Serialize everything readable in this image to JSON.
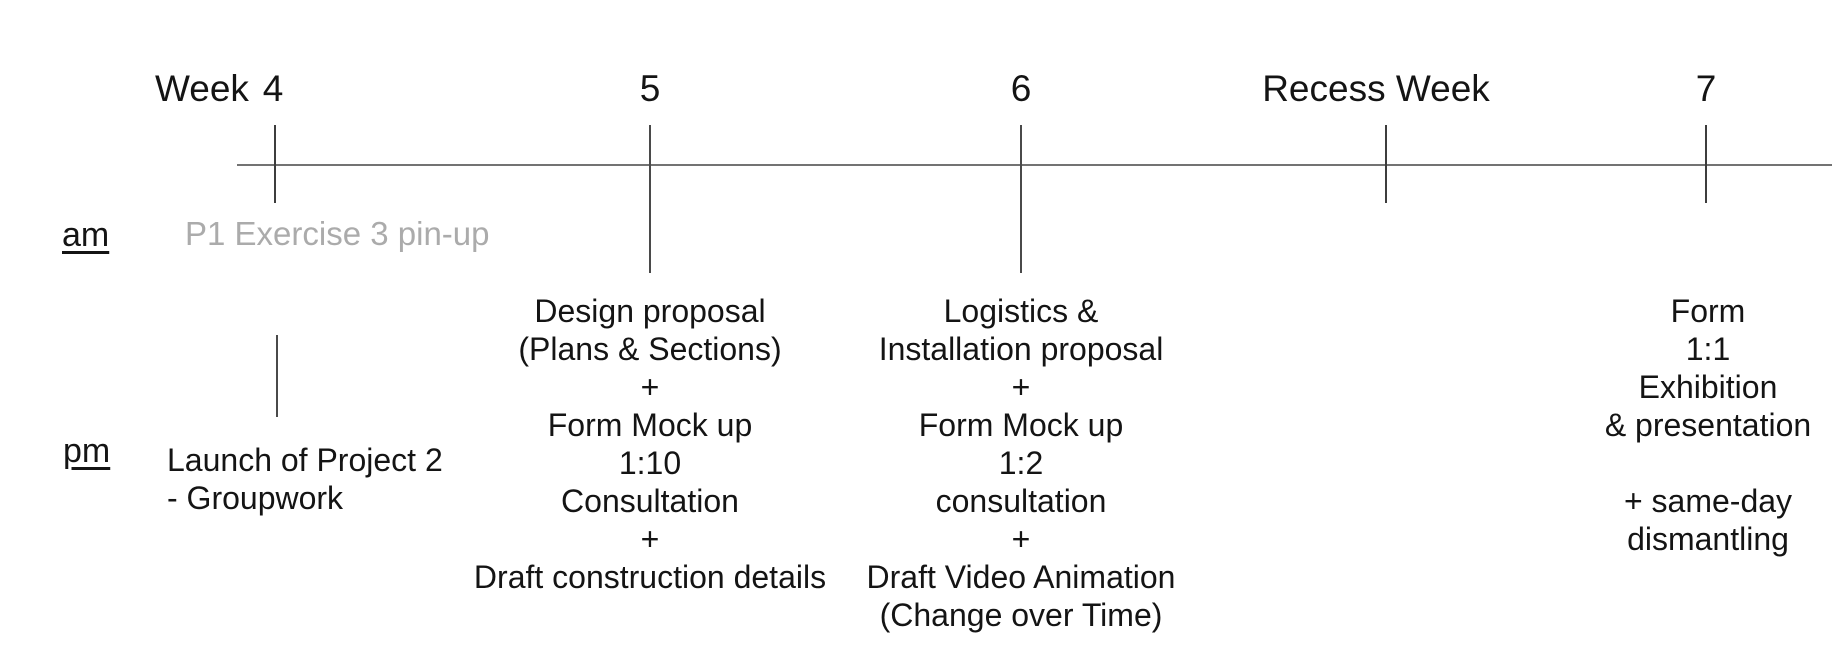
{
  "header": {
    "week_label": "Week",
    "week4_number": "4",
    "week5_number": "5",
    "week6_number": "6",
    "recess_label": "Recess Week",
    "week7_number": "7"
  },
  "row_labels": {
    "am": "am",
    "pm": "pm"
  },
  "events": {
    "week4_am": "P1 Exercise 3 pin-up",
    "week4_pm": [
      "Launch of Project 2",
      "- Groupwork"
    ],
    "week5_pm": [
      "Design proposal",
      "(Plans & Sections)",
      "+",
      "Form Mock up",
      "1:10",
      "Consultation",
      "+",
      "Draft construction details"
    ],
    "week6_pm": [
      "Logistics &",
      "Installation proposal",
      "+",
      "Form Mock up",
      "1:2",
      "consultation",
      "+",
      "Draft Video Animation",
      "(Change over Time)"
    ],
    "week7_pm": [
      "Form",
      "1:1",
      "Exhibition",
      "& presentation",
      "+ same-day",
      "dismantling"
    ]
  },
  "colors": {
    "text": "#141414",
    "muted_text": "#ababab",
    "axis_line": "#737373",
    "tick_line": "#3d3d3d"
  }
}
